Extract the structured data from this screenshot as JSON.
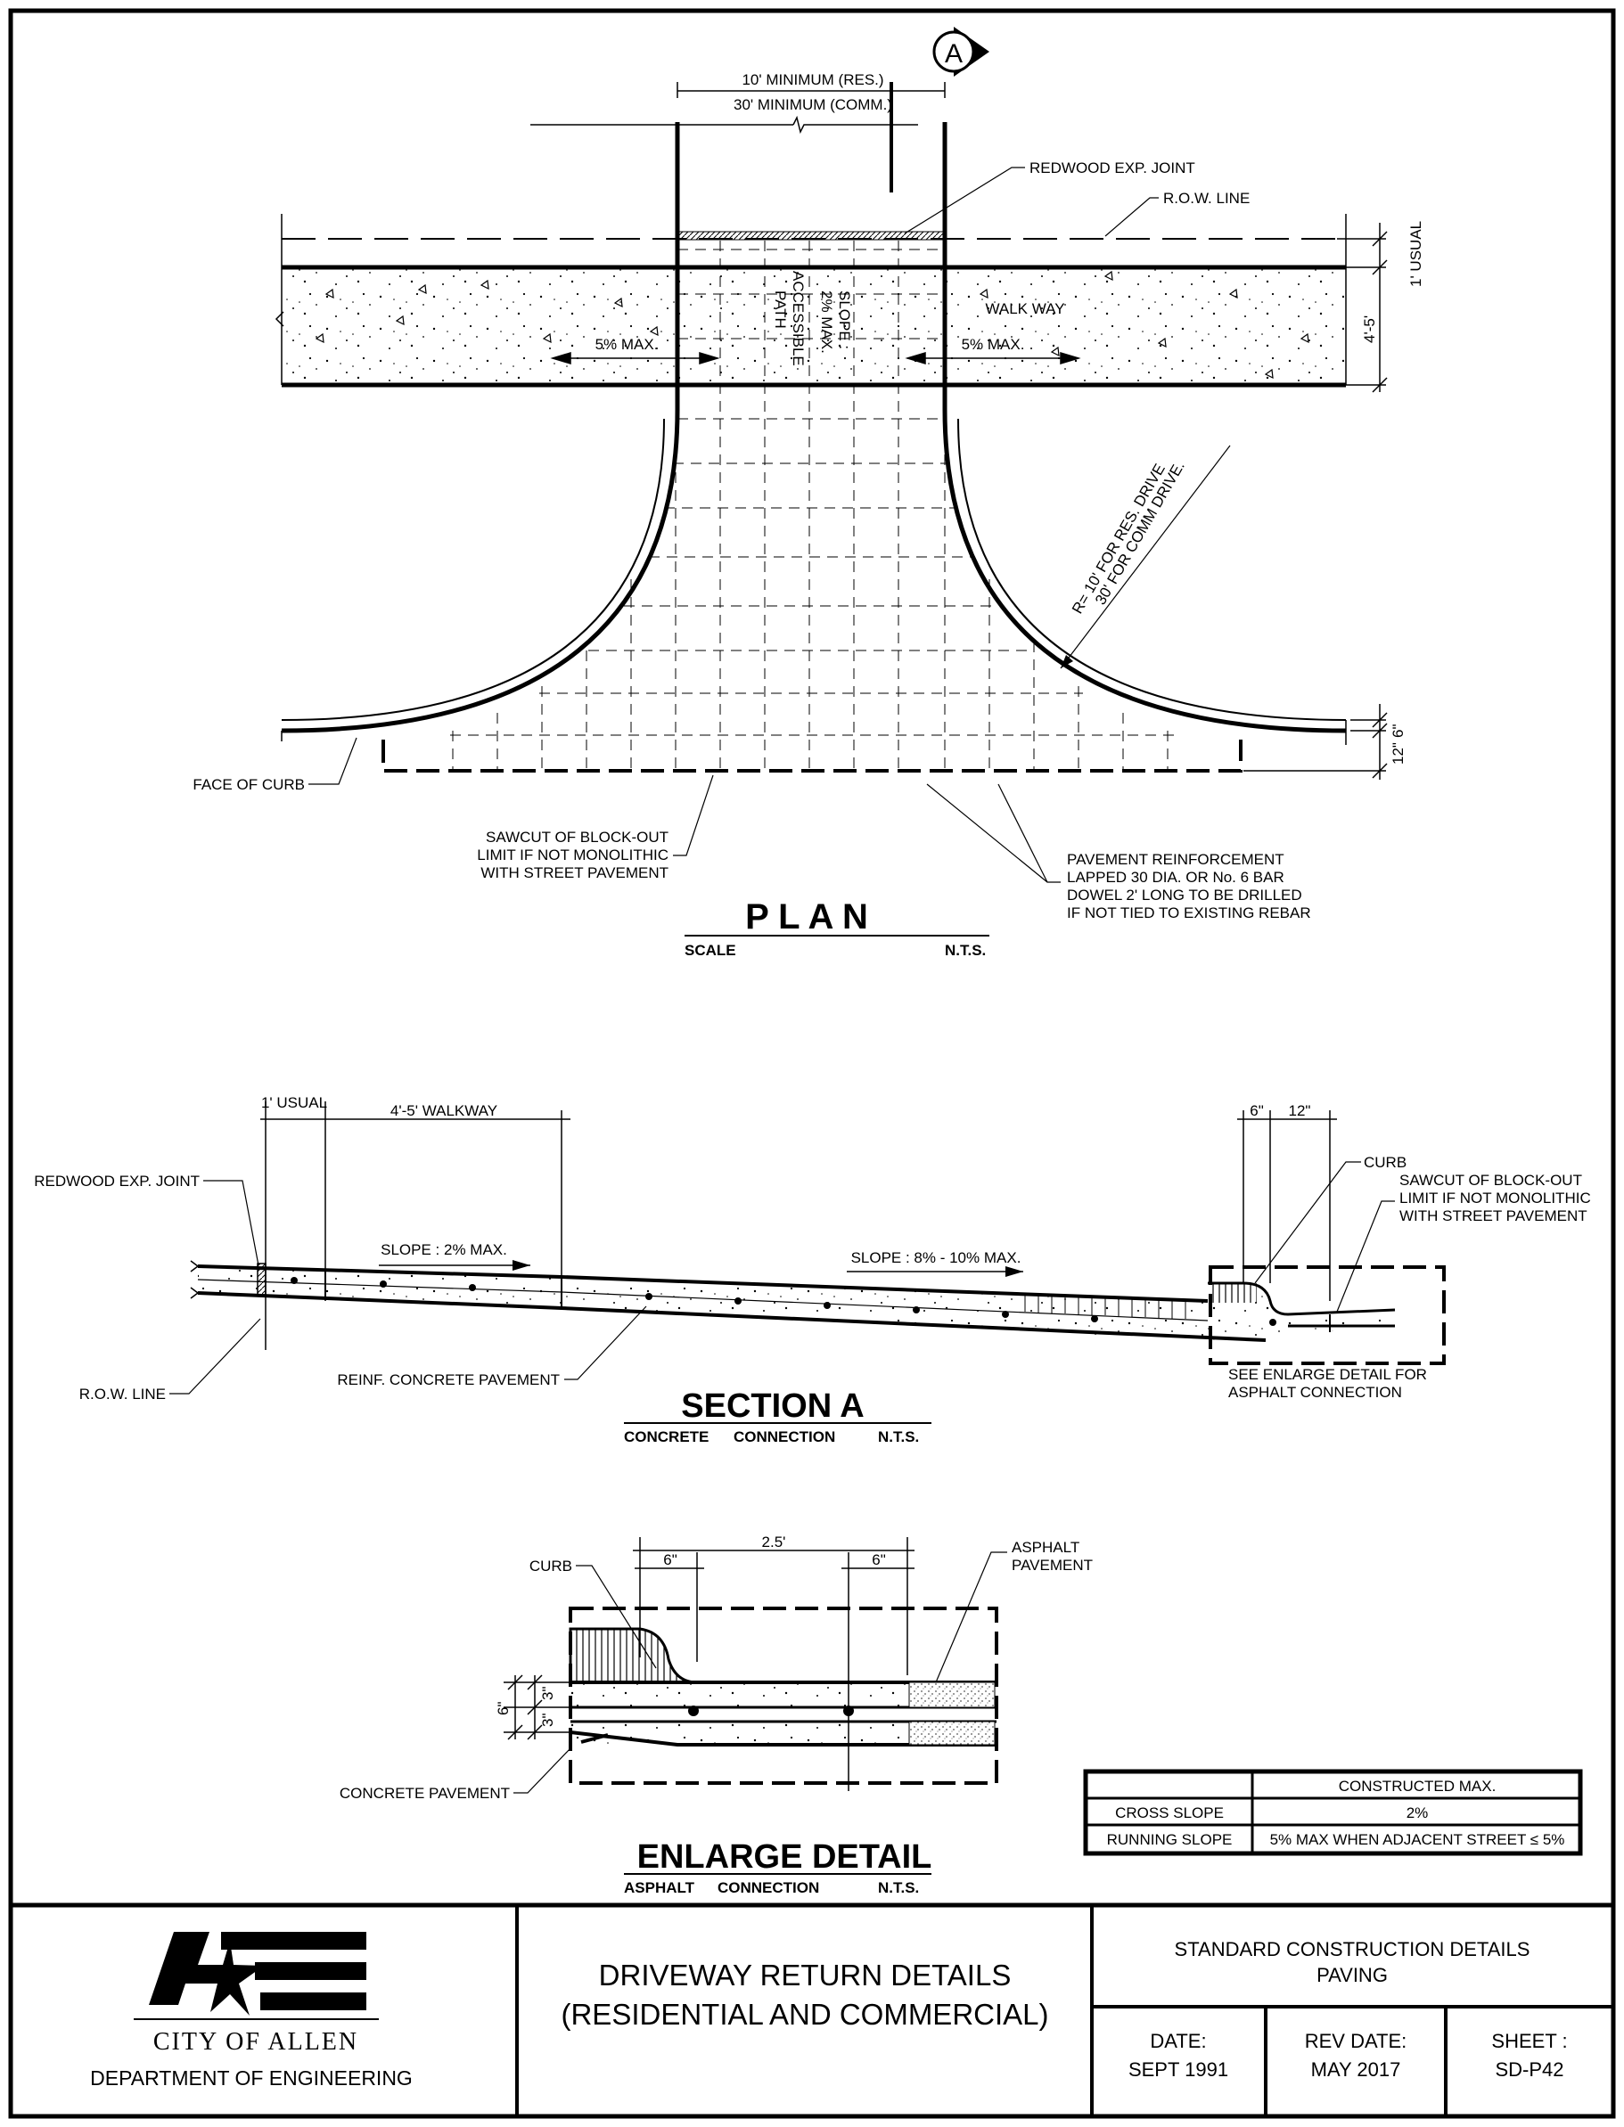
{
  "plan": {
    "marker": "A",
    "dim_res": "10' MINIMUM (RES.)",
    "dim_comm": "30' MINIMUM (COMM.)",
    "redwood_joint": "REDWOOD EXP. JOINT",
    "row_line": "R.O.W. LINE",
    "usual_1ft": "1' USUAL",
    "walk_4_5": "4'-5'",
    "walk_way": "WALK WAY",
    "slope_left": "5% MAX.",
    "slope_right": "5% MAX.",
    "slope_center_1": "SLOPE :",
    "slope_center_2": "2% MAX.",
    "accessible_1": "ACCESSIBLE",
    "accessible_2": "PATH",
    "radius_1": "R= 10' FOR RES. DRIVE",
    "radius_2": "30' FOR COMM DRIVE.",
    "dim_6in": "6\"",
    "dim_12in": "12\"",
    "face_of_curb": "FACE OF CURB",
    "sawcut_1": "SAWCUT OF BLOCK-OUT",
    "sawcut_2": "LIMIT IF NOT MONOLITHIC",
    "sawcut_3": "WITH STREET PAVEMENT",
    "reinf_1": "PAVEMENT REINFORCEMENT",
    "reinf_2": "LAPPED 30 DIA. OR No. 6 BAR",
    "reinf_3": "DOWEL 2' LONG TO BE DRILLED",
    "reinf_4": "IF NOT TIED TO EXISTING REBAR",
    "title": "P L A N",
    "scale_label": "SCALE",
    "scale_value": "N.T.S."
  },
  "section_a": {
    "usual_1ft": "1' USUAL",
    "walkway": "4'-5' WALKWAY",
    "dim_6in": "6\"",
    "dim_12in": "12\"",
    "curb": "CURB",
    "sawcut_1": "SAWCUT OF BLOCK-OUT",
    "sawcut_2": "LIMIT IF NOT MONOLITHIC",
    "sawcut_3": "WITH STREET PAVEMENT",
    "redwood_joint": "REDWOOD EXP. JOINT",
    "slope_walk": "SLOPE : 2% MAX.",
    "slope_drive": "SLOPE : 8% - 10% MAX.",
    "row_line": "R.O.W. LINE",
    "reinf_pavement": "REINF. CONCRETE PAVEMENT",
    "see_enlarge_1": "SEE ENLARGE DETAIL FOR",
    "see_enlarge_2": "ASPHALT CONNECTION",
    "title": "SECTION A",
    "subtitle_1": "CONCRETE",
    "subtitle_2": "CONNECTION",
    "scale_value": "N.T.S."
  },
  "enlarge": {
    "dim_2_5": "2.5'",
    "dim_6in_left": "6\"",
    "dim_6in_right": "6\"",
    "curb": "CURB",
    "asphalt_1": "ASPHALT",
    "asphalt_2": "PAVEMENT",
    "dim_6in_vert": "6\"",
    "dim_3in_top": "3\"",
    "dim_3in_bottom": "3\"",
    "concrete_pavement": "CONCRETE PAVEMENT",
    "title": "ENLARGE DETAIL",
    "subtitle_1": "ASPHALT",
    "subtitle_2": "CONNECTION",
    "scale_value": "N.T.S."
  },
  "slope_table": {
    "header": "CONSTRUCTED MAX.",
    "rows": [
      {
        "label": "CROSS SLOPE",
        "value": "2%"
      },
      {
        "label": "RUNNING SLOPE",
        "value": "5% MAX WHEN ADJACENT STREET ≤ 5%"
      }
    ]
  },
  "title_block": {
    "city": "CITY OF ALLEN",
    "department": "DEPARTMENT OF ENGINEERING",
    "drawing_title_1": "DRIVEWAY RETURN DETAILS",
    "drawing_title_2": "(RESIDENTIAL AND COMMERCIAL)",
    "category_1": "STANDARD CONSTRUCTION DETAILS",
    "category_2": "PAVING",
    "date_label": "DATE:",
    "date_value": "SEPT 1991",
    "rev_label": "REV DATE:",
    "rev_value": "MAY 2017",
    "sheet_label": "SHEET :",
    "sheet_value": "SD-P42"
  }
}
